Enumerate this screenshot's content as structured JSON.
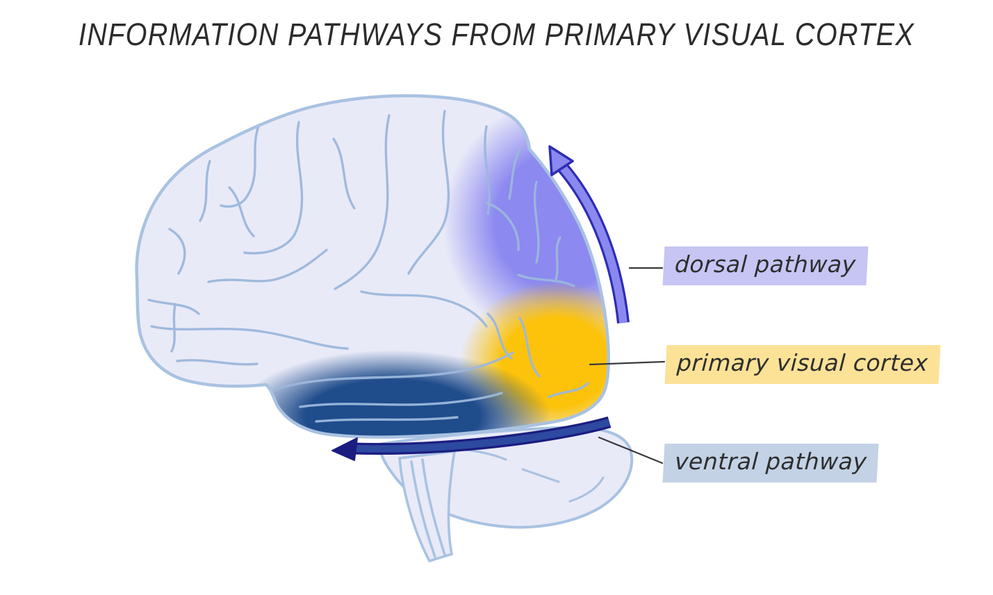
{
  "title": "INFORMATION PATHWAYS FROM PRIMARY VISUAL CORTEX",
  "labels": {
    "dorsal": {
      "text": "dorsal pathway"
    },
    "primary_visual_cortex": {
      "text": "primary visual cortex"
    },
    "ventral": {
      "text": "ventral pathway"
    }
  },
  "colors": {
    "background": "#ffffff",
    "title_text": "#2b2b2b",
    "label_text": "#2e2e2e",
    "brain_fill": "#e9eaf8",
    "brain_outline": "#a9c2e2",
    "sulci": "#9cb8dc",
    "region_dorsal": "#8c89f0",
    "region_primary_visual": "#fcc30a",
    "region_ventral": "#1f4c8b",
    "dorsal_arrow_fill": "#8b88ef",
    "dorsal_arrow_outline": "#2d2db5",
    "ventral_arrow_fill": "#2d49a0",
    "ventral_arrow_outline": "#1b1d80",
    "leader_line": "#3a3a3a",
    "label_bg_dorsal": "#c6c5f3",
    "label_bg_primary": "#fbe297",
    "label_bg_ventral": "#c3d2e5"
  }
}
